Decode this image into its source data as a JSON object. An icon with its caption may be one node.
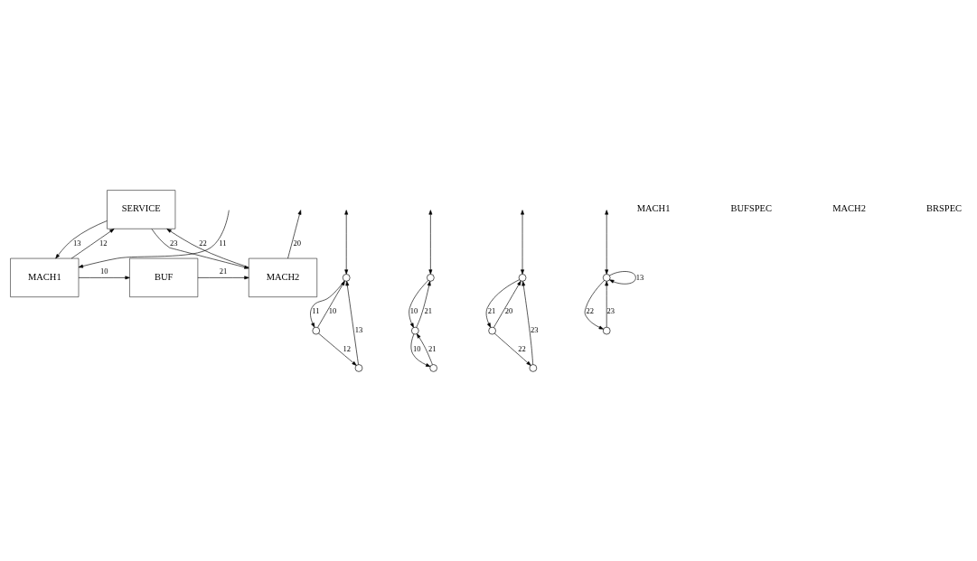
{
  "diagram": {
    "nodes": [
      {
        "text": [
          "SERVICE"
        ]
      },
      {
        "text": [
          "MACH1"
        ]
      },
      {
        "text": [
          "BUF"
        ]
      },
      {
        "text": [
          "MACH2"
        ]
      },
      {
        "text": [],
        "shape": "circle"
      },
      {
        "text": [],
        "shape": "circle"
      },
      {
        "text": [],
        "shape": "circle"
      },
      {
        "text": [],
        "shape": "circle"
      },
      {
        "text": [],
        "shape": "circle"
      },
      {
        "text": [],
        "shape": "circle"
      },
      {
        "text": [],
        "shape": "circle"
      },
      {
        "text": [],
        "shape": "circle"
      },
      {
        "text": [],
        "shape": "circle"
      },
      {
        "text": [],
        "shape": "circle"
      },
      {
        "text": [],
        "shape": "circle"
      }
    ],
    "edges": [
      {
        "from": 1,
        "to": 0,
        "arrow": "to",
        "label": "12"
      },
      {
        "from": 3,
        "to": 0,
        "arrow": "to",
        "label": "22"
      },
      {
        "from": 0,
        "to": 1,
        "arrow": "to",
        "label": "13"
      },
      {
        "from": 0,
        "to": 3,
        "arrow": "to",
        "label": "23"
      },
      {
        "from": null,
        "to": 1,
        "arrow": "to",
        "label": "11"
      },
      {
        "from": 1,
        "to": 2,
        "arrow": "to",
        "label": "10"
      },
      {
        "from": 2,
        "to": 3,
        "arrow": "to",
        "label": "21"
      },
      {
        "from": 3,
        "to": null,
        "arrow": "to",
        "label": "20"
      },
      {
        "from": null,
        "to": 4,
        "arrow": "both"
      },
      {
        "from": 5,
        "to": 4,
        "arrow": "to",
        "label": "10"
      },
      {
        "from": 4,
        "to": 5,
        "arrow": "to",
        "label": "11"
      },
      {
        "from": 6,
        "to": 4,
        "arrow": "to",
        "label": "13"
      },
      {
        "from": 5,
        "to": 6,
        "arrow": "to",
        "label": "12"
      },
      {
        "from": null,
        "to": 7,
        "arrow": "both"
      },
      {
        "from": 7,
        "to": 8,
        "arrow": "to",
        "label": "10"
      },
      {
        "from": 8,
        "to": 9,
        "arrow": "to",
        "label": "10"
      },
      {
        "from": 8,
        "to": 7,
        "arrow": "to",
        "label": "21"
      },
      {
        "from": 9,
        "to": 8,
        "arrow": "to",
        "label": "21"
      },
      {
        "from": null,
        "to": 10,
        "arrow": "both"
      },
      {
        "from": 11,
        "to": 10,
        "arrow": "to",
        "label": "20"
      },
      {
        "from": 10,
        "to": 11,
        "arrow": "to",
        "label": "21"
      },
      {
        "from": 12,
        "to": 10,
        "arrow": "to",
        "label": "23"
      },
      {
        "from": 11,
        "to": 12,
        "arrow": "to",
        "label": "22"
      },
      {
        "from": 13,
        "to": 13,
        "arrow": "to",
        "label": "13"
      },
      {
        "from": null,
        "to": 13,
        "arrow": "both"
      },
      {
        "from": 13,
        "to": 14,
        "arrow": "to",
        "label": "22"
      },
      {
        "from": 14,
        "to": 13,
        "arrow": "to",
        "label": "23"
      }
    ],
    "labels": [
      "MACH1",
      "BUFSPEC",
      "MACH2",
      "BRSPEC"
    ]
  }
}
